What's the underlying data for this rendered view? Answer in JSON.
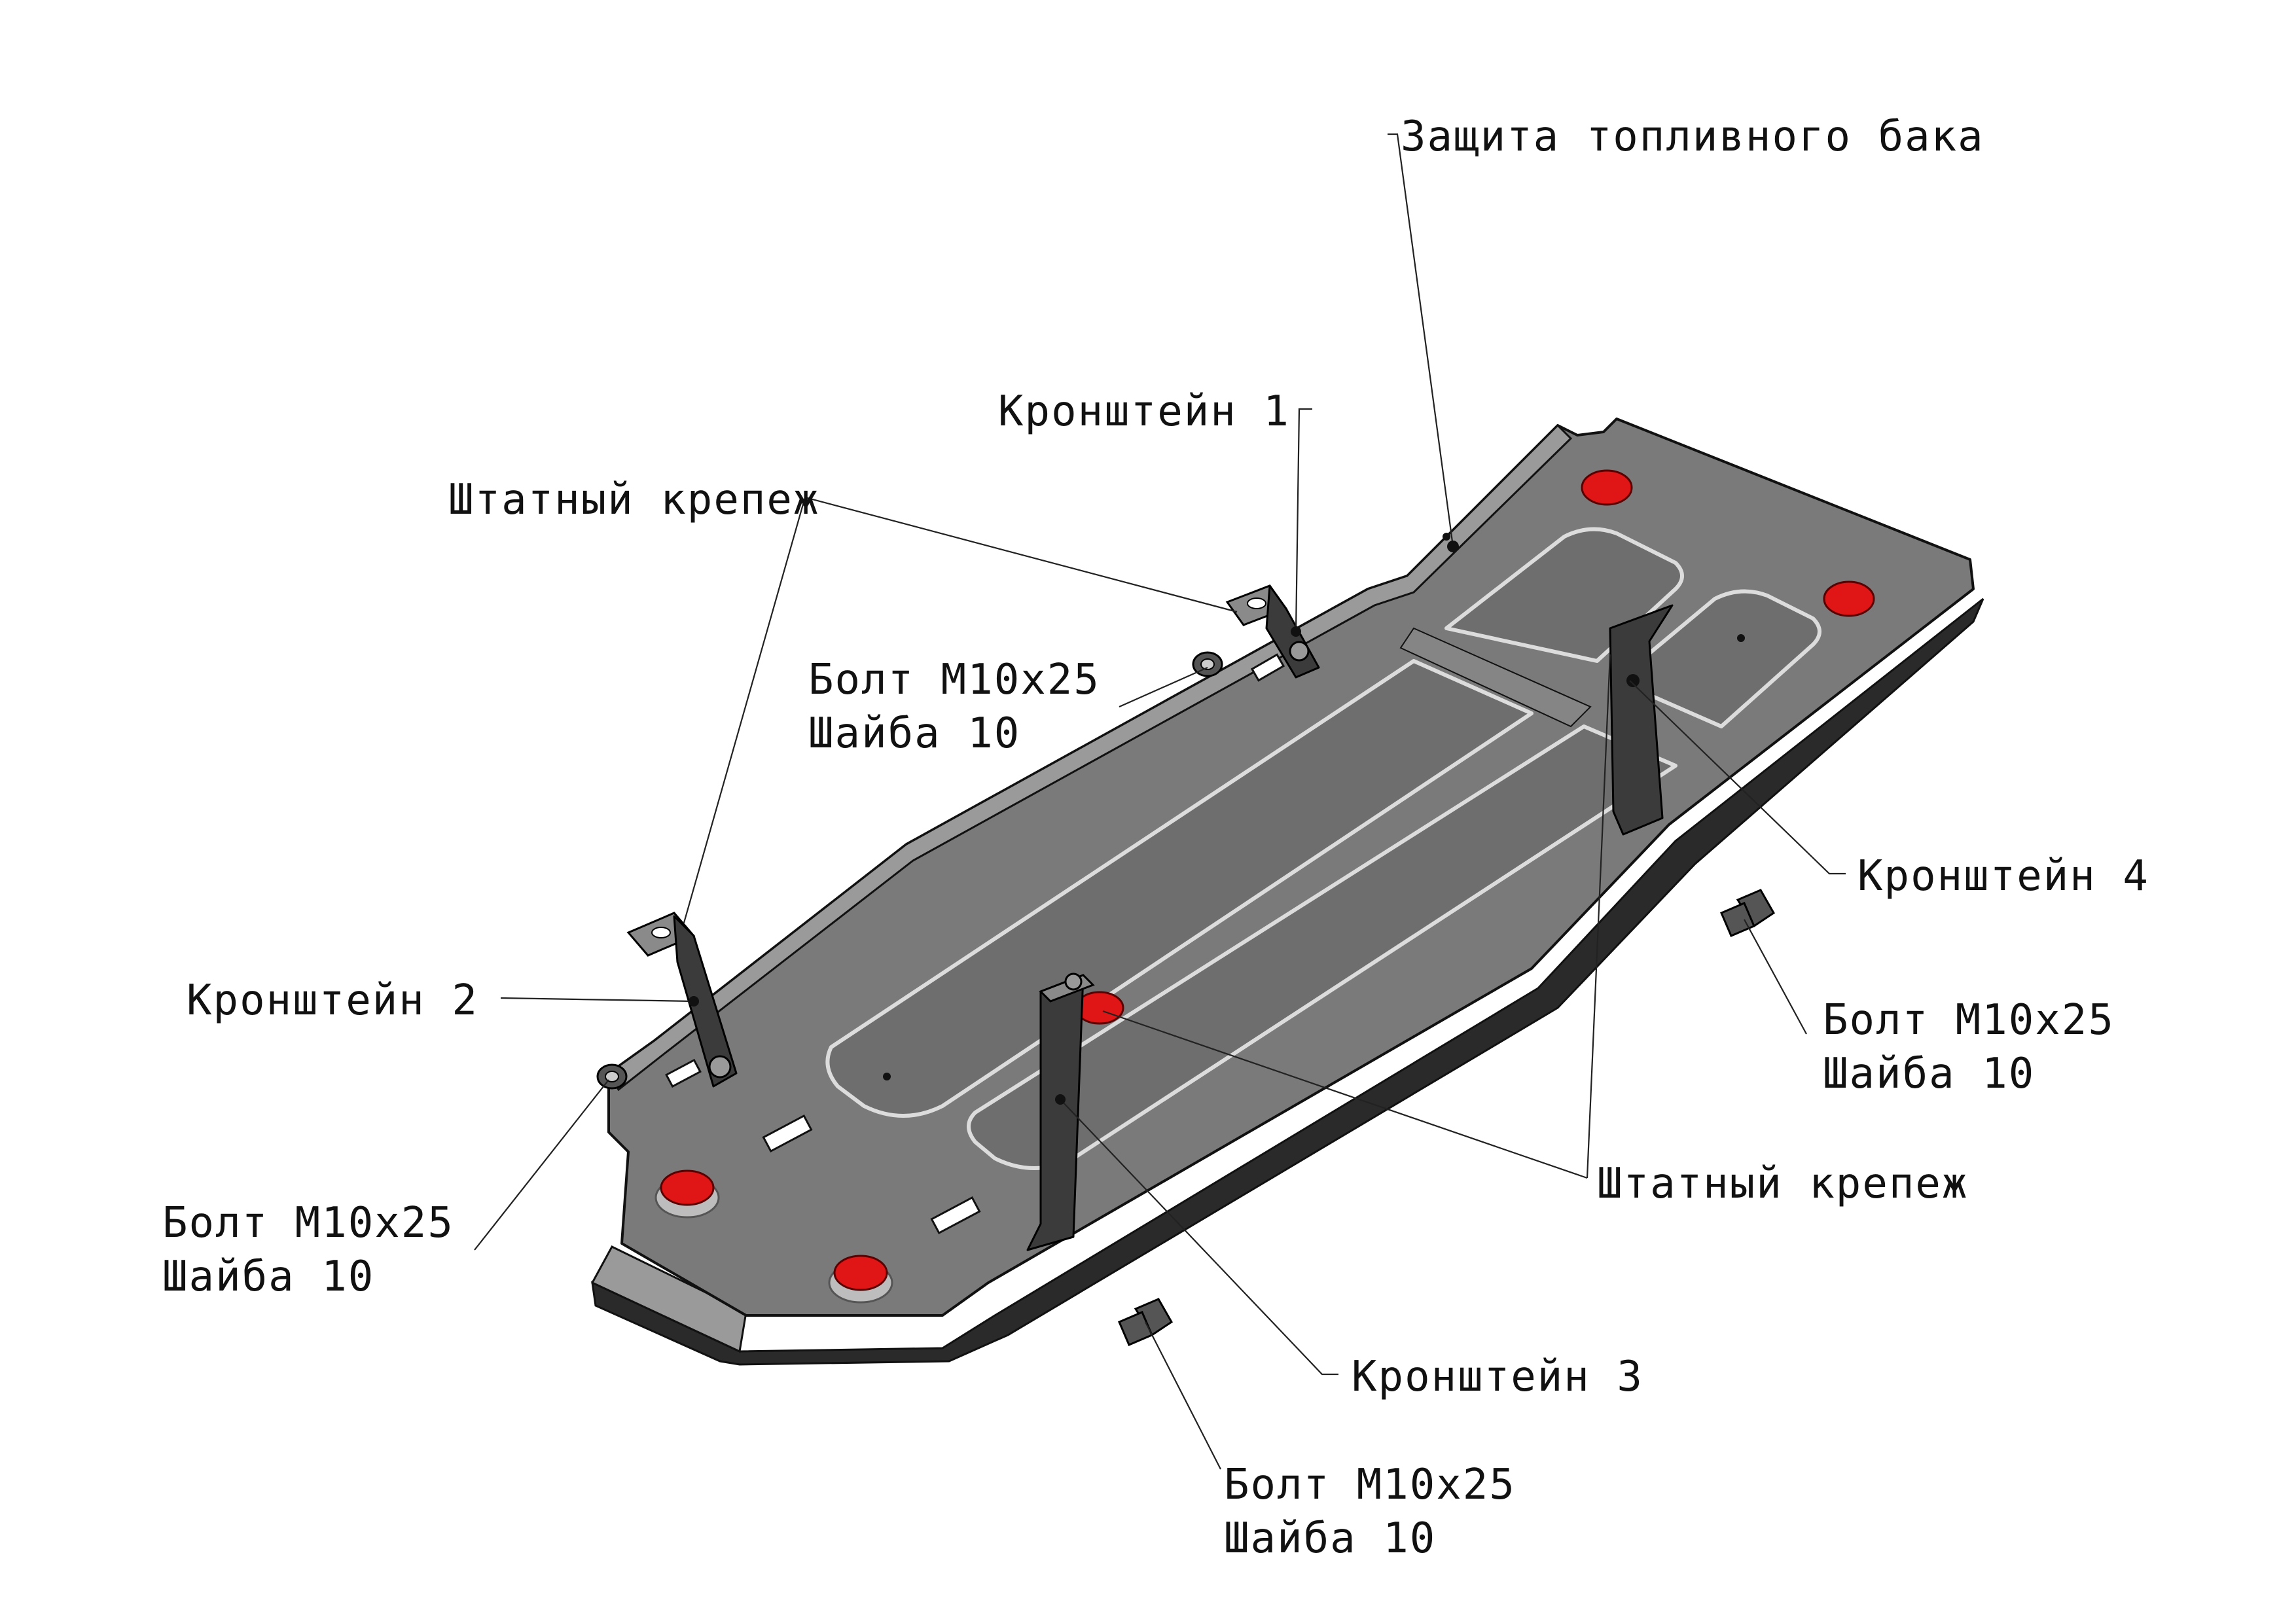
{
  "labels": {
    "fuel_tank_guard": "Защита топливного бака",
    "bracket_1": "Кронштейн 1",
    "bracket_2": "Кронштейн 2",
    "bracket_3": "Кронштейн 3",
    "bracket_4": "Кронштейн 4",
    "standard_fastener_top": "Штатный крепеж",
    "standard_fastener_bottom": "Штатный крепеж",
    "bolt_set_a": {
      "line1": "Болт М10х25",
      "line2": "Шайба 10"
    },
    "bolt_set_b": {
      "line1": "Болт М10х25",
      "line2": "Шайба 10"
    },
    "bolt_set_c": {
      "line1": "Болт М10х25",
      "line2": "Шайба 10"
    },
    "bolt_set_d": {
      "line1": "Болт М10х25",
      "line2": "Шайба 10"
    }
  },
  "colors": {
    "plate": "#7a7a7a",
    "edge": "#2a2a2a",
    "fastener_red": "#e01515",
    "background": "#ffffff"
  }
}
